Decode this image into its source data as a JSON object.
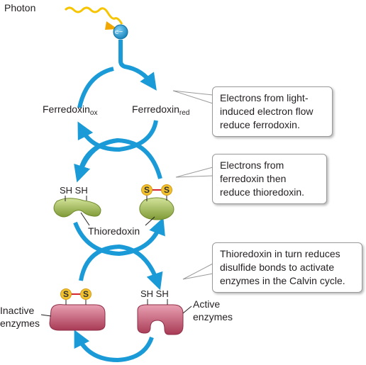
{
  "labels": {
    "photon": "Photon",
    "electron": "e−",
    "ferredoxin_ox": "Ferredoxin",
    "ferredoxin_ox_sub": "ox",
    "ferredoxin_red": "Ferredoxin",
    "ferredoxin_red_sub": "red",
    "thioredoxin": "Thioredoxin",
    "inactive_enzymes": [
      "Inactive",
      "enzymes"
    ],
    "active_enzymes": [
      "Active",
      "enzymes"
    ],
    "sh_sh": "SH SH",
    "sulfur": "S"
  },
  "callouts": [
    {
      "lines": [
        "Electrons from light-",
        "induced electron flow",
        "reduce ferrodoxin."
      ]
    },
    {
      "lines": [
        "Electrons from",
        "ferredoxin then",
        "reduce thioredoxin."
      ]
    },
    {
      "lines": [
        "Thioredoxin in turn reduces",
        "disulfide bonds to activate",
        "enzymes in the Calvin cycle."
      ]
    }
  ],
  "colors": {
    "arrow": "#1a9ad6",
    "thioredoxin": "#a8c25a",
    "enzyme": "#c9566f",
    "disulfide": "#f2c12e",
    "photon": "#f2a600"
  }
}
